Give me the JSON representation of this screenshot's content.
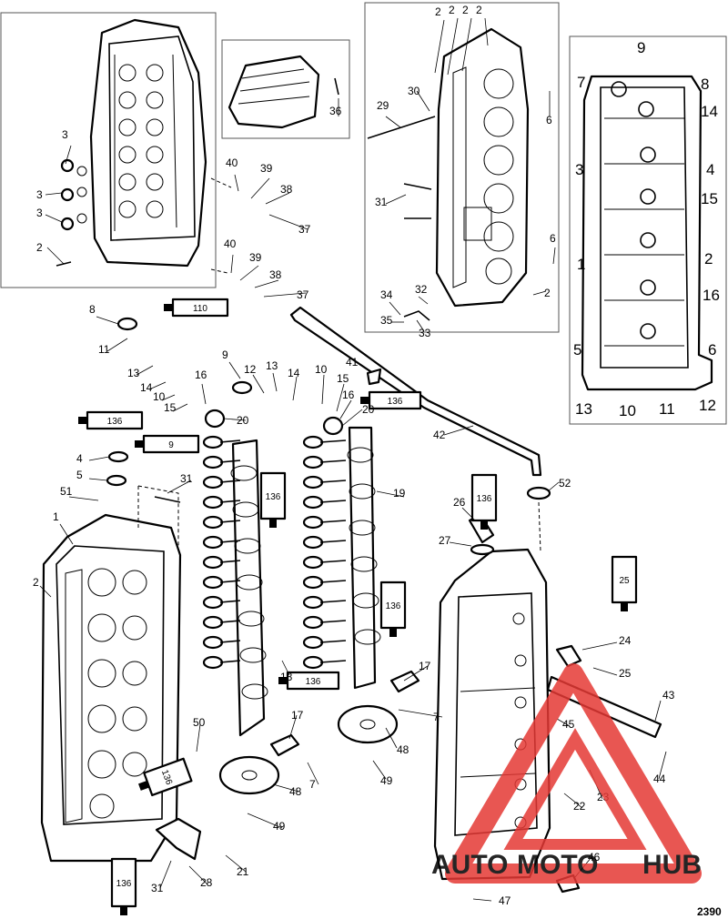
{
  "figure_id": "2390",
  "watermark": {
    "brand_parts": [
      "AUTO",
      "MOTO",
      "HUB"
    ],
    "color": "#e53935",
    "dark": "#6d6d6d"
  },
  "accent": "#000000",
  "tube_labels": [
    "110",
    "136",
    "9",
    "136",
    "136",
    "136",
    "136",
    "25",
    "136",
    "136"
  ],
  "parts": {
    "tl_panel": [
      "3",
      "3",
      "3",
      "2",
      "40",
      "39",
      "38",
      "37",
      "40",
      "39",
      "38",
      "37"
    ],
    "tm_panel": [
      "36"
    ],
    "tr_panel": [
      "2",
      "2",
      "2",
      "2",
      "30",
      "29",
      "6",
      "31",
      "6",
      "34",
      "32",
      "2",
      "35",
      "33"
    ],
    "far_panel": [
      "9",
      "7",
      "8",
      "14",
      "3",
      "4",
      "15",
      "1",
      "2",
      "16",
      "5",
      "6",
      "13",
      "10",
      "11",
      "12"
    ],
    "middle": [
      "8",
      "11",
      "13",
      "14",
      "10",
      "15",
      "16",
      "20",
      "9",
      "12",
      "13",
      "14",
      "10",
      "15",
      "16",
      "20",
      "41",
      "42",
      "4",
      "5",
      "31",
      "51",
      "1",
      "2",
      "19",
      "26",
      "27",
      "52",
      "18",
      "17",
      "7",
      "48",
      "49",
      "17",
      "7",
      "48",
      "49",
      "50",
      "28",
      "31",
      "21",
      "24",
      "25",
      "43",
      "44",
      "45",
      "23",
      "22",
      "46",
      "47"
    ]
  }
}
